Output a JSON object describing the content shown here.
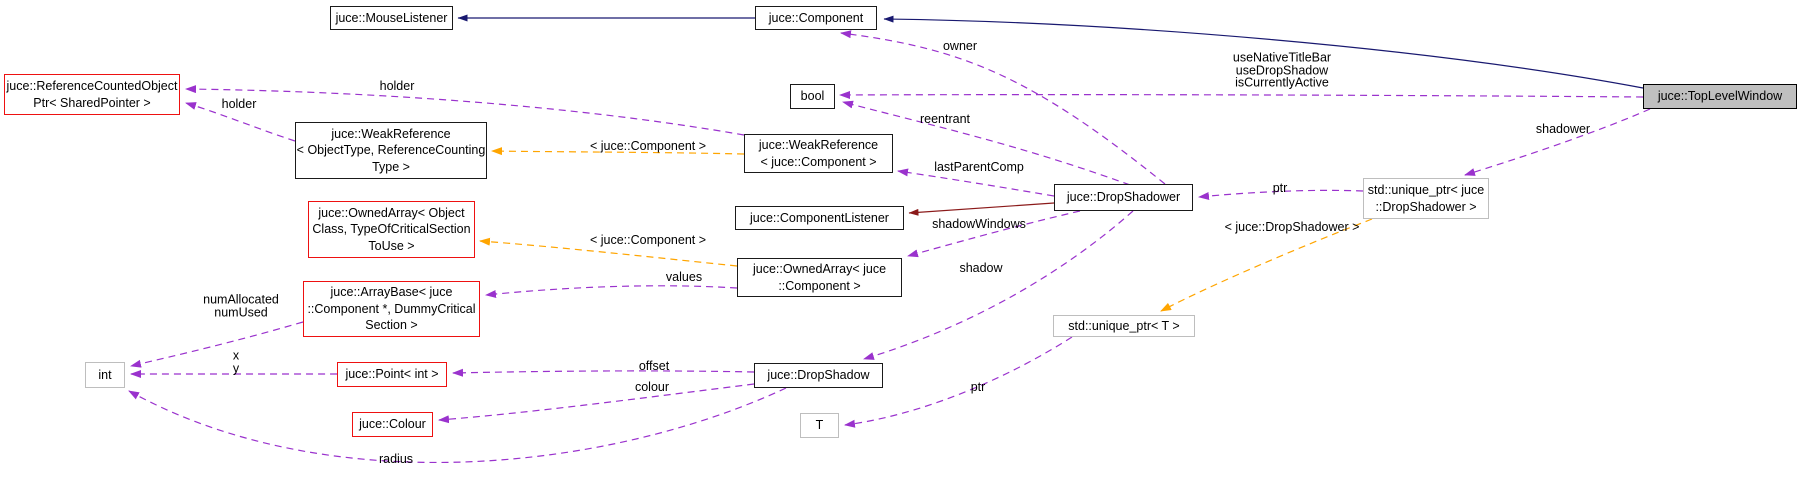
{
  "diagram": {
    "nodes": {
      "mouse_listener": "juce::MouseListener",
      "component": "juce::Component",
      "top_level_window": "juce::TopLevelWindow",
      "ref_counted_ptr": "juce::ReferenceCountedObject\nPtr< SharedPointer >",
      "bool_type": "bool",
      "weak_ref_generic": "juce::WeakReference\n< ObjectType, ReferenceCounting\nType >",
      "weak_ref_component": "juce::WeakReference\n< juce::Component >",
      "drop_shadower": "juce::DropShadower",
      "unique_ptr_drop_shadower": "std::unique_ptr< juce\n::DropShadower >",
      "component_listener": "juce::ComponentListener",
      "owned_array_generic": "juce::OwnedArray< Object\nClass, TypeOfCriticalSection\nToUse >",
      "owned_array_component": "juce::OwnedArray< juce\n::Component >",
      "array_base": "juce::ArrayBase< juce\n::Component *, DummyCritical\nSection >",
      "unique_ptr_t": "std::unique_ptr< T >",
      "int_type": "int",
      "point_int": "juce::Point< int >",
      "drop_shadow": "juce::DropShadow",
      "colour_class": "juce::Colour",
      "t_type": "T"
    },
    "edge_labels": {
      "owner": "owner",
      "top_level_window_bools": "useNativeTitleBar\nuseDropShadow\nisCurrentlyActive",
      "reentrant": "reentrant",
      "holder_from_weak_ref_component": "holder",
      "holder_from_weak_ref_generic": "holder",
      "template_weak_ref": "< juce::Component >",
      "last_parent_comp": "lastParentComp",
      "shadow_windows": "shadowWindows",
      "template_owned_array": "< juce::Component >",
      "shadow": "shadow",
      "values": "values",
      "ptr_to_drop_shadower": "ptr",
      "template_unique_ptr": "< juce::DropShadower >",
      "shadower": "shadower",
      "array_counts": "numAllocated\nnumUsed",
      "point_coords": "x\ny",
      "offset": "offset",
      "colour_member": "colour",
      "ptr_to_t": "ptr",
      "radius": "radius"
    },
    "colors": {
      "inheritance_edge": "#191970",
      "private_inheritance_edge": "#8b1a1a",
      "usage_edge": "#9a32cd",
      "template_edge": "#ffa500",
      "node_border": "#1a1a1a",
      "red_border": "#ee1111",
      "external_border": "#bebebe",
      "root_fill": "#bfbfbf"
    }
  }
}
